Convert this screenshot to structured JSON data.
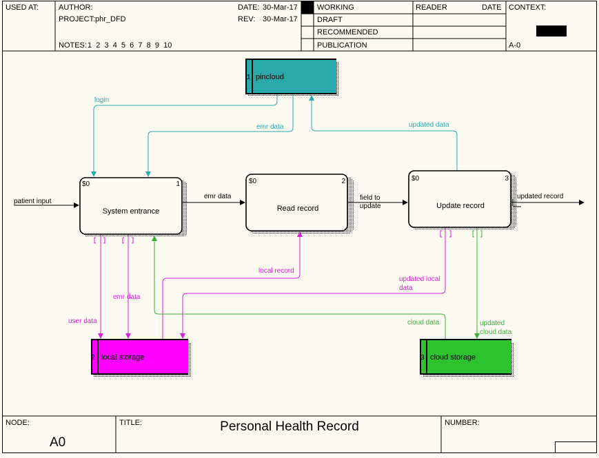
{
  "header": {
    "used_at_label": "USED AT:",
    "author_label": "AUTHOR:",
    "project_label": "PROJECT:",
    "project_value": "phr_DFD",
    "date_label": "DATE:",
    "date_value": "30-Mar-17",
    "rev_label": "REV:",
    "rev_value": "30-Mar-17",
    "notes_label": "NOTES:",
    "notes_values": "1  2  3  4  5  6  7  8  9  10",
    "status_working": "WORKING",
    "status_draft": "DRAFT",
    "status_recommended": "RECOMMENDED",
    "status_publication": "PUBLICATION",
    "reader_label": "READER",
    "reader_date_label": "DATE",
    "context_label": "CONTEXT:",
    "context_node": "A-0"
  },
  "footer": {
    "node_label": "NODE:",
    "node_value": "A0",
    "title_label": "TITLE:",
    "title_value": "Personal Health Record",
    "number_label": "NUMBER:"
  },
  "processes": [
    {
      "cost": "$0",
      "number": "1",
      "name": "System entrance"
    },
    {
      "cost": "$0",
      "number": "2",
      "name": "Read record"
    },
    {
      "cost": "$0",
      "number": "3",
      "name": "Update record"
    }
  ],
  "stores": [
    {
      "number": "1",
      "name": "pincloud",
      "color": "#29a9a9"
    },
    {
      "number": "2",
      "name": "local storage",
      "color": "#ff00ff"
    },
    {
      "number": "3",
      "name": "cloud storage",
      "color": "#2ec22e"
    }
  ],
  "flow_labels": {
    "login": "login",
    "emr_data_top": "emr data",
    "updated_data": "updated data",
    "patient_input": "patient input",
    "emr_data_mid": "emr data",
    "field_to_update_1": "field to",
    "field_to_update_2": "update",
    "updated_record": "updated record",
    "local_record": "local record",
    "updated_local_1": "updated local",
    "updated_local_2": "data",
    "emr_data_local": "emr data",
    "user_data": "user data",
    "cloud_data": "cloud data",
    "updated_cloud_1": "updated",
    "updated_cloud_2": "cloud data"
  },
  "colors": {
    "teal": "#29a9a9",
    "magenta": "#d61ed6",
    "green": "#3aac3a"
  }
}
